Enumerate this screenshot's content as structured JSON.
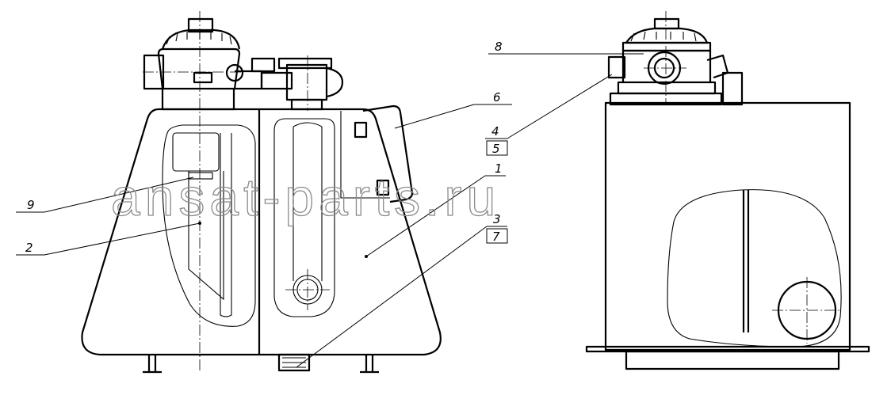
{
  "watermark": "ansat-parts.ru",
  "callouts": {
    "c1": "1",
    "c2": "2",
    "c3": "3",
    "c4": "4",
    "c5": "5",
    "c6": "6",
    "c7": "7",
    "c8": "8",
    "c9": "9"
  },
  "colors": {
    "line": "#000000",
    "watermark": "#8a8a8a",
    "background": "#ffffff"
  }
}
